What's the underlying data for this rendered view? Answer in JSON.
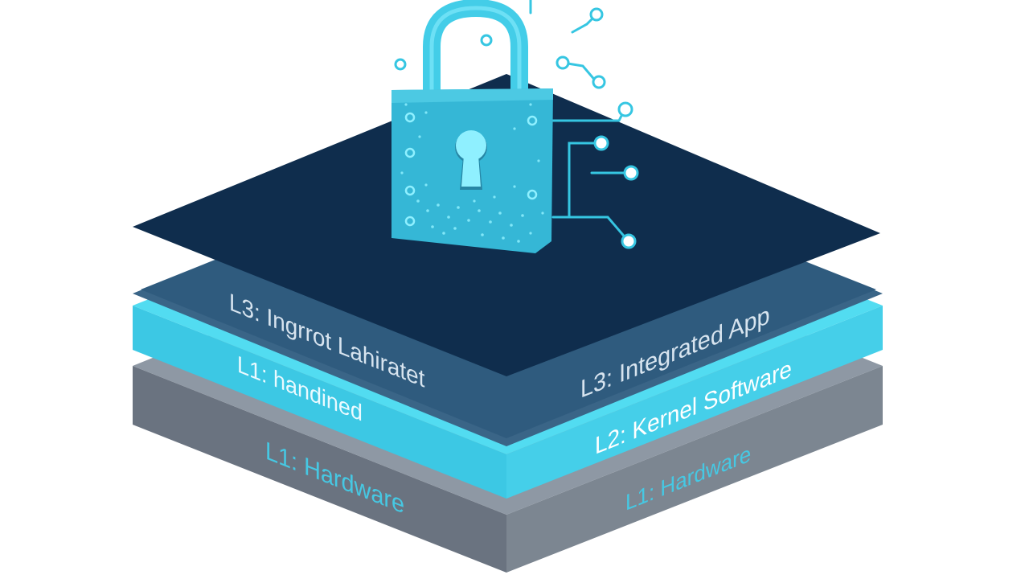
{
  "colors": {
    "background": "#ffffff",
    "hardware_top": "#8e98a4",
    "hardware_side": "#6f7884",
    "kernel_top": "#4dd6ee",
    "kernel_side": "#36c6e2",
    "app_top": "#3a6587",
    "app_mid": "#2b587a",
    "crypto_top": "#0f2d4d",
    "lock": "#35b7d6",
    "lock_dots": "#8ff0ff",
    "circuit": "#36c6e2"
  },
  "layers": {
    "hardware": {
      "left_label": "L1: Hardware",
      "right_label": "L1: Hardware"
    },
    "kernel": {
      "left_label": "L1: handined",
      "right_label": "L2: Kernel Software"
    },
    "app": {
      "left_label": "L3: Ingrrot Lahiratet",
      "right_label": "L3: Integrated App"
    }
  },
  "icons": {
    "lock": "padlock-icon",
    "keyhole": "keyhole-icon",
    "circuit": "circuit-traces-icon"
  }
}
